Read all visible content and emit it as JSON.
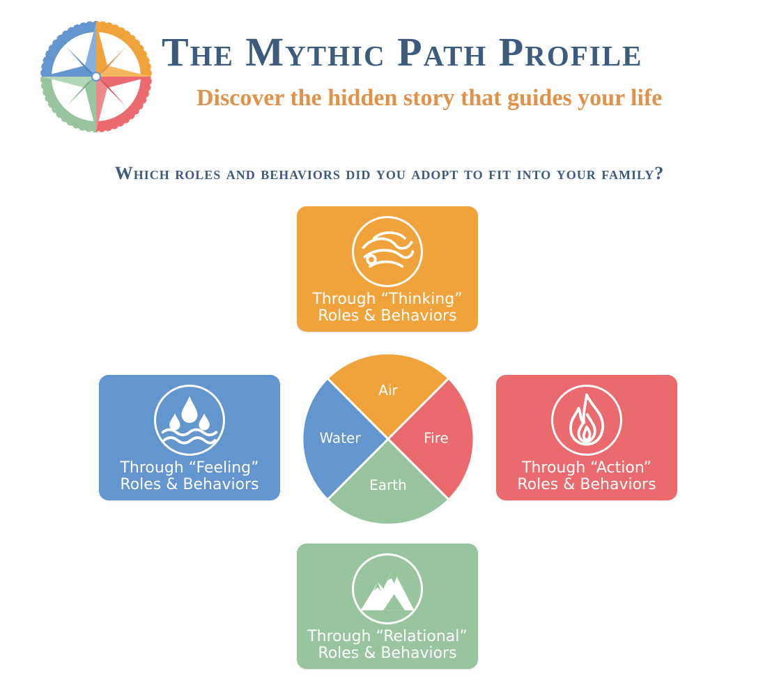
{
  "header": {
    "title": "The Mythic Path Profile",
    "subtitle": "Discover the hidden story that guides your life"
  },
  "question": "Which roles and behaviors did you adopt to fit into your family?",
  "cards": {
    "thinking": {
      "line1": "Through “Thinking”",
      "line2": "Roles & Behaviors",
      "icon": "air-swirl-icon"
    },
    "feeling": {
      "line1": "Through “Feeling”",
      "line2": "Roles & Behaviors",
      "icon": "water-drops-icon"
    },
    "action": {
      "line1": "Through “Action”",
      "line2": "Roles & Behaviors",
      "icon": "fire-flame-icon"
    },
    "relational": {
      "line1": "Through “Relational”",
      "line2": "Roles & Behaviors",
      "icon": "mountain-icon"
    }
  },
  "wheel": {
    "air": "Air",
    "fire": "Fire",
    "earth": "Earth",
    "water": "Water"
  },
  "colors": {
    "air": "#f0a33b",
    "water": "#6395cf",
    "fire": "#ea6a6e",
    "earth": "#98c5a0",
    "title": "#3d5c7d",
    "subtitle": "#e0924a"
  }
}
